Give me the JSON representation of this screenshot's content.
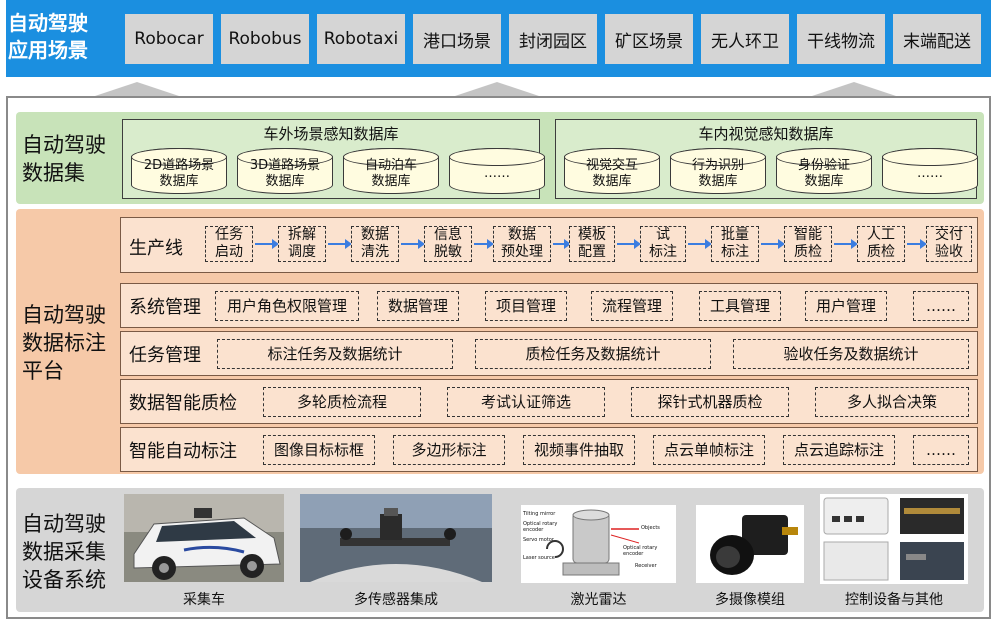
{
  "banner": {
    "title": "自动驾驶\n应用场景",
    "scenarios": [
      "Robocar",
      "Robobus",
      "Robotaxi",
      "港口场景",
      "封闭园区",
      "矿区场景",
      "无人环卫",
      "干线物流",
      "末端配送"
    ]
  },
  "dataset": {
    "title": "自动驾驶\n数据集",
    "outer": {
      "heading": "车外场景感知数据库",
      "items": [
        "2D道路场景\n数据库",
        "3D道路场景\n数据库",
        "自动泊车\n数据库",
        "……"
      ]
    },
    "inner": {
      "heading": "车内视觉感知数据库",
      "items": [
        "视觉交互\n数据库",
        "行为识别\n数据库",
        "身份验证\n数据库",
        "……"
      ]
    }
  },
  "platform": {
    "title": "自动驾驶\n数据标注\n平台",
    "production": {
      "label": "生产线",
      "steps": [
        "任务\n启动",
        "拆解\n调度",
        "数据\n清洗",
        "信息\n脱敏",
        "数据\n预处理",
        "模板\n配置",
        "试\n标注",
        "批量\n标注",
        "智能\n质检",
        "人工\n质检",
        "交付\n验收"
      ]
    },
    "system": {
      "label": "系统管理",
      "items": [
        "用户角色权限管理",
        "数据管理",
        "项目管理",
        "流程管理",
        "工具管理",
        "用户管理",
        "……"
      ]
    },
    "task": {
      "label": "任务管理",
      "items": [
        "标注任务及数据统计",
        "质检任务及数据统计",
        "验收任务及数据统计"
      ]
    },
    "qc": {
      "label": "数据智能质检",
      "items": [
        "多轮质检流程",
        "考试认证筛选",
        "探针式机器质检",
        "多人拟合决策"
      ]
    },
    "auto": {
      "label": "智能自动标注",
      "items": [
        "图像目标标框",
        "多边形标注",
        "视频事件抽取",
        "点云单帧标注",
        "点云追踪标注",
        "……"
      ]
    }
  },
  "collection": {
    "title": "自动驾驶\n数据采集\n设备系统",
    "devices": [
      "采集车",
      "多传感器集成",
      "激光雷达",
      "多摄像模组",
      "控制设备与其他"
    ],
    "lidar_labels": [
      "Tilting mirror",
      "Optical rotary encoder",
      "Servo motor",
      "Laser source",
      "Objects",
      "Optical rotary encoder",
      "Receiver"
    ]
  },
  "colors": {
    "banner": "#1b8fe0",
    "scenario_box": "#d5d5d5",
    "dataset_bg": "#c8e3b9",
    "platform_bg": "#f6c9a8",
    "collection_bg": "#d6d6d6",
    "arrow": "#3b7de0"
  }
}
